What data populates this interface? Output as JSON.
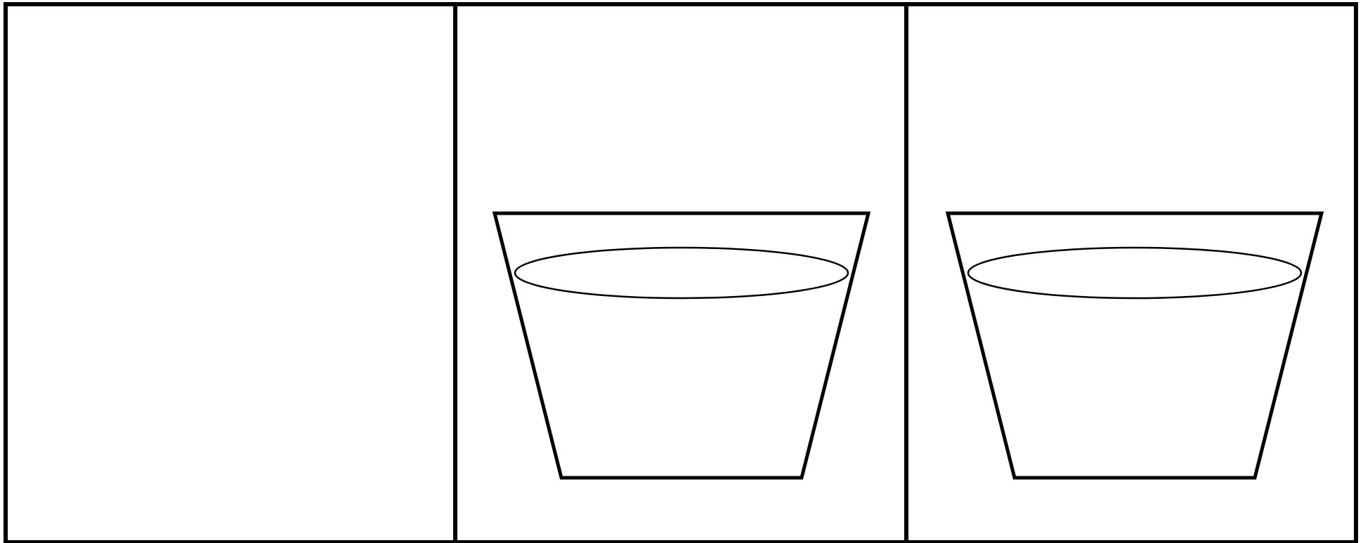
{
  "panels": [
    {
      "id": "panel-1",
      "contents": "empty"
    },
    {
      "id": "panel-2",
      "contents": "container-with-liquid"
    },
    {
      "id": "panel-3",
      "contents": "container-with-liquid"
    }
  ],
  "colors": {
    "stroke": "#000000",
    "background": "#ffffff"
  }
}
